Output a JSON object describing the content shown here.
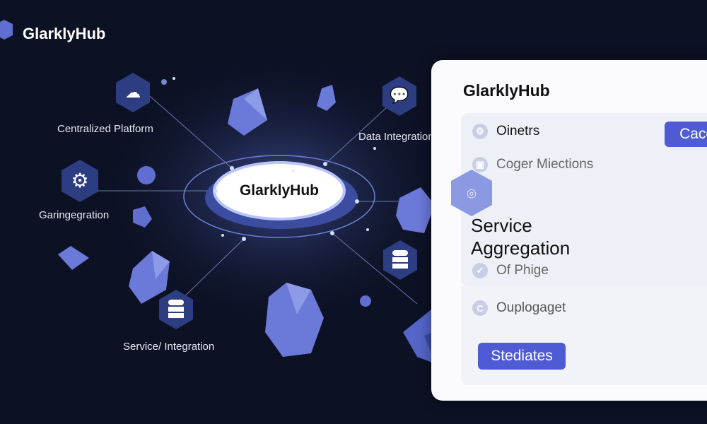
{
  "brand": {
    "name": "GlarklyHub",
    "logo_icon": "hex-cube-logo-icon"
  },
  "hub": {
    "label": "GlarklyHub"
  },
  "nodes": [
    {
      "label": "Centralized Platform",
      "icon": "cloud-icon"
    },
    {
      "label": "Data Integration",
      "icon": "chat-bubbles-icon"
    },
    {
      "label": "Garingegration",
      "icon": "gear-icon"
    },
    {
      "label": "Service/ Integration",
      "icon": "database-icon"
    }
  ],
  "panel": {
    "title": "GlarklyHub",
    "rows": [
      {
        "label": "Oinetrs",
        "icon": "gear-icon"
      },
      {
        "label": "Coger Miections",
        "icon": "image-icon"
      },
      {
        "label": "Of Phige",
        "icon": "check-icon"
      },
      {
        "label": "Ouplogaget",
        "icon": "c-icon"
      }
    ],
    "heading": "Service Aggregation",
    "top_button": "Cacc",
    "bottom_button": "Stediates"
  },
  "colors": {
    "background": "#0c1124",
    "accent": "#4f5bd5",
    "crystal": "#6b79d9",
    "node": "#2a3a78"
  }
}
